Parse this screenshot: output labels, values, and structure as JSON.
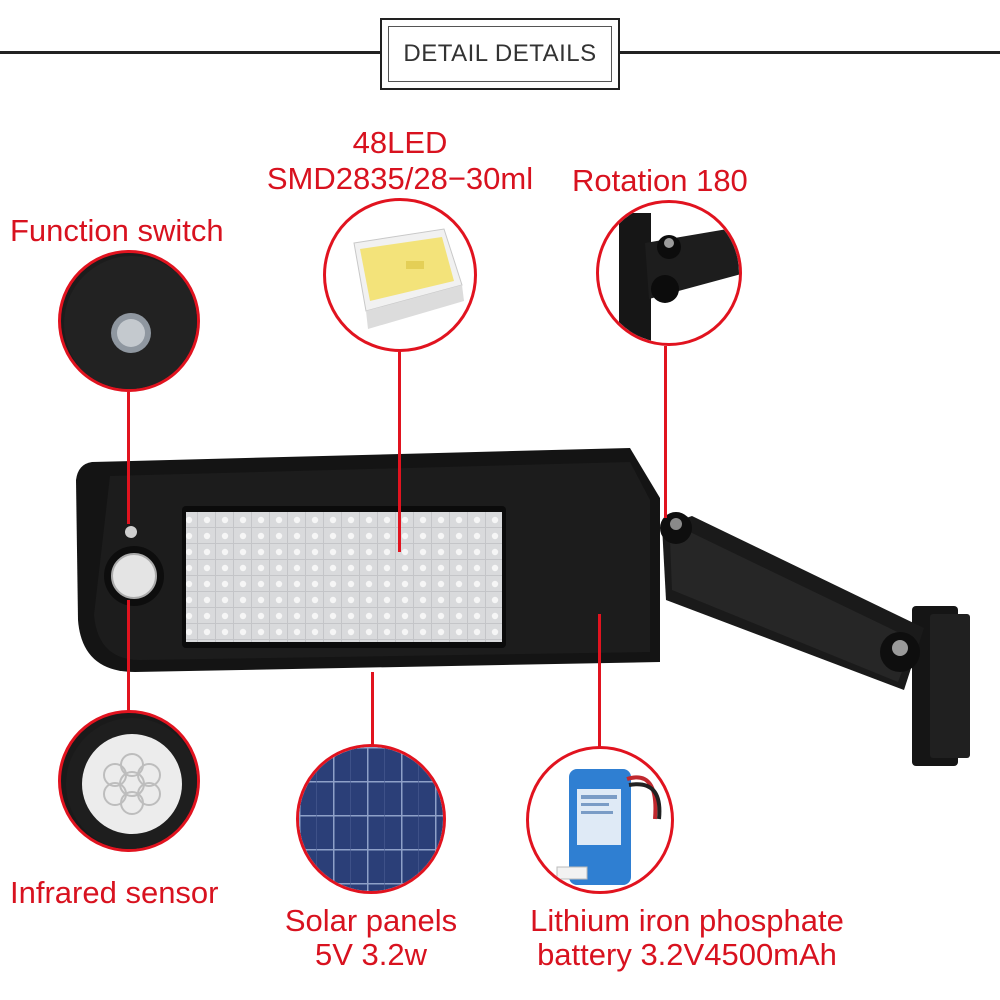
{
  "header": {
    "title": "DETAIL DETAILS"
  },
  "callouts": {
    "function_switch": {
      "label": "Function switch"
    },
    "led": {
      "line1": "48LED",
      "line2": "SMD2835/28−30ml"
    },
    "rotation": {
      "label": "Rotation 180"
    },
    "infrared": {
      "label": "Infrared sensor"
    },
    "solar": {
      "line1": "Solar panels",
      "line2": "5V 3.2w"
    },
    "battery": {
      "line1": "Lithium iron phosphate",
      "line2": "battery 3.2V4500mAh"
    }
  },
  "colors": {
    "accent": "#e1131f",
    "text_red": "#d8121f",
    "housing": "#141414"
  }
}
